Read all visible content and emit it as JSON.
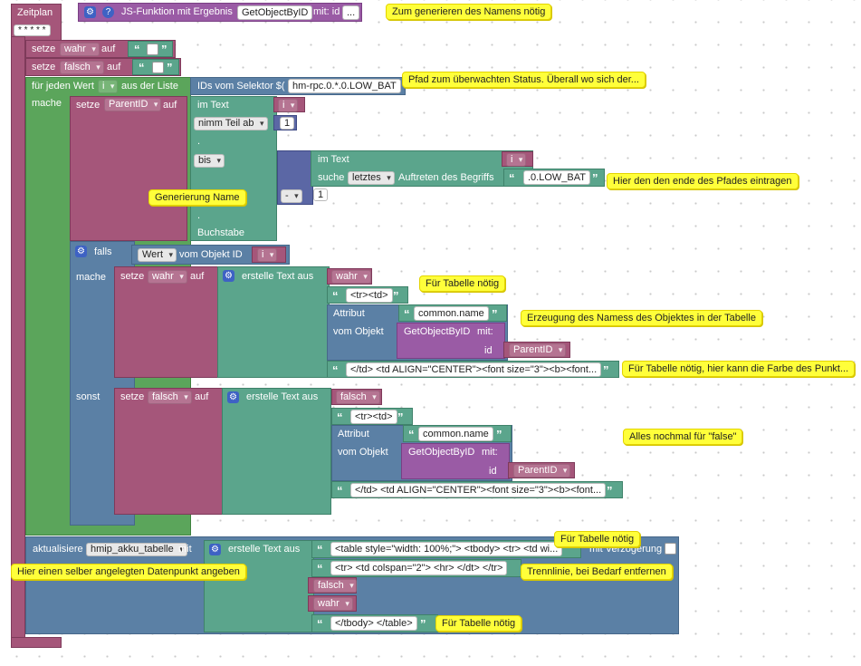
{
  "topbar": {
    "schedule_label": "Zeitplan",
    "schedule_cron": "* * * * *",
    "js_function_label": "JS-Funktion mit Ergebnis",
    "js_function_name": "GetObjectByID",
    "js_function_param": "mit: id",
    "js_function_more": "...",
    "note_js": "Zum generieren des Namens nötig"
  },
  "vars": {
    "set_label": "setze",
    "to_label": "auf",
    "var_true": "wahr",
    "var_false": "falsch",
    "var_i": "i",
    "var_parent": "ParentID",
    "var_value": "Wert"
  },
  "loop": {
    "label": "für jeden Wert",
    "from_list": "aus der Liste",
    "selector_label": "IDs vom Selektor $(",
    "selector_value": "hm-rpc.0.*.0.LOW_BAT",
    "note_path": "Pfad zum überwachten Status. Überall wo sich der...",
    "do_label": "mache"
  },
  "substring": {
    "in_text": "im Text",
    "take_part": "nimm Teil ab",
    "num1": "1",
    "dot1": ".",
    "until": "bis",
    "dot2": ".",
    "letter": "Buchstabe",
    "note_generation": "Generierung Name",
    "index_in_text": "im Text",
    "search_label": "suche",
    "search_mode": "letztes",
    "occurrence": "Auftreten des Begriffs",
    "search_term": ".0.LOW_BAT",
    "minus_op": "-",
    "num_minus": "1",
    "note_end": "Hier den den ende des Pfades eintragen"
  },
  "ifblock": {
    "if_label": "falls",
    "object_id_label": "vom Objekt ID",
    "do_label": "mache",
    "else_label": "sonst",
    "create_text": "erstelle Text aus",
    "str_tr_td": "<tr><td>",
    "attribute_label": "Attribut",
    "attribute_value": "common.name",
    "object_label": "vom Objekt",
    "func_call": "GetObjectByID",
    "func_mit": "mit:",
    "func_id": "id",
    "str_font": "</td> <td ALIGN=\"CENTER\"><font size=\"3\"><b><font...",
    "str_font_short": "</td> <td ALIGN=\"CENTER\"><font size=\"3\"><b><font...",
    "note_table": "Für Tabelle nötig",
    "note_name": "Erzeugung des Namess des Objektes in der Tabelle",
    "note_color": "Für Tabelle nötig, hier kann die Farbe des Punkt...",
    "note_false": "Alles nochmal für \"false\""
  },
  "update": {
    "label": "aktualisiere",
    "target": "hmip_akku_tabelle",
    "with_label": "mit",
    "create_text": "erstelle Text aus",
    "str_table_start": "<table style=\"width: 100%;\"> <tbody> <tr> <td wi...",
    "str_hr": "<tr> <td colspan=\"2\"> <hr> </dt> </tr>",
    "str_table_end": "</tbody> </table>",
    "delay_label": "mit Verzögerung",
    "note_table1": "Für Tabelle nötig",
    "note_hr": "Trennlinie, bei Bedarf entfernen",
    "note_table2": "Für Tabelle nötig",
    "note_datapoint": "Hier einen selber angelegten Datenpunkt angeben"
  },
  "colors": {
    "variables": "#a5567a",
    "logic": "#5b80a5",
    "loops": "#5ba55b",
    "text": "#5ba58c",
    "functions": "#9a5ba5",
    "math": "#5b67a5",
    "comment": "#ffff3a"
  }
}
